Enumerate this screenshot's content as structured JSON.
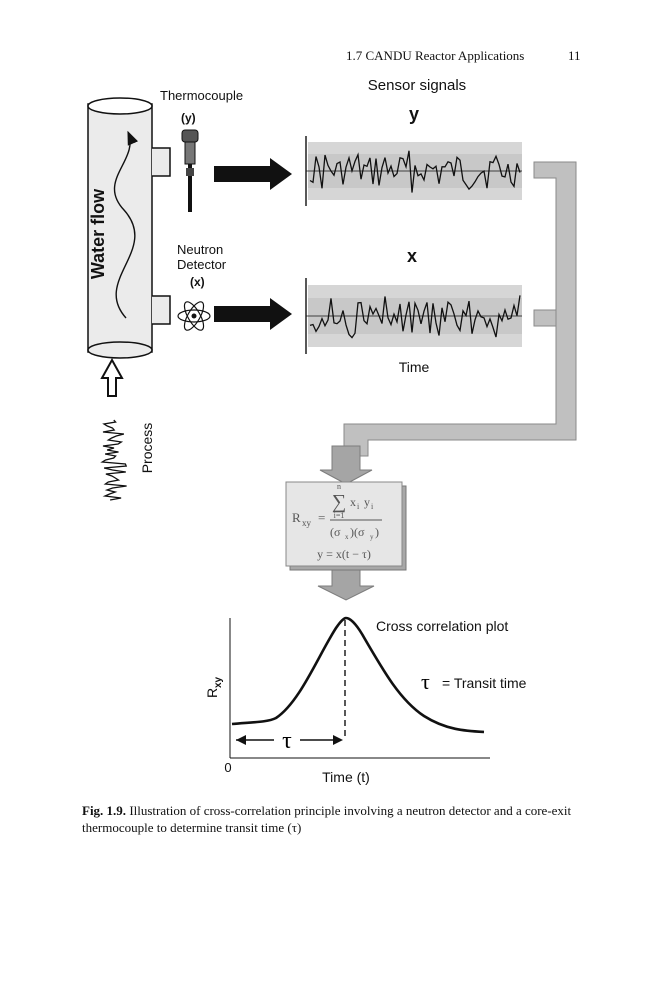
{
  "header": {
    "section": "1.7 CANDU Reactor Applications",
    "page_number": "11"
  },
  "figure": {
    "sensor_signals_title": "Sensor signals",
    "thermocouple_label": "Thermocouple",
    "thermocouple_symbol": "(y)",
    "neutron_label_line1": "Neutron",
    "neutron_label_line2": "Detector",
    "neutron_symbol": "(x)",
    "water_flow": "Water flow",
    "signal_y": "y",
    "signal_x": "x",
    "time_label": "Time",
    "process_label": "Process",
    "formula": {
      "r": "R",
      "r_sub": "xy",
      "equals": "=",
      "sum": "∑",
      "sum_top": "n",
      "sum_bottom": "i=1",
      "numerator": "x",
      "num_sub_x": "i",
      "y": "y",
      "num_sub_y": "i",
      "denominator": "(σ",
      "den_x": "x",
      "den_mid": ")(σ",
      "den_y": "y",
      "den_end": ")",
      "shift": "y = x(t − τ)"
    },
    "plot": {
      "title": "Cross correlation plot",
      "ylabel": "R",
      "ylabel_sub": "xy",
      "xlabel": "Time (t)",
      "origin": "0",
      "tau_symbol": "τ",
      "tau_legend_symbol": "τ",
      "tau_legend_text": "= Transit time"
    }
  },
  "caption": {
    "label": "Fig. 1.9.",
    "text": " Illustration of cross-correlation principle involving a neutron detector and a core-exit thermocouple to determine transit time (τ)"
  }
}
